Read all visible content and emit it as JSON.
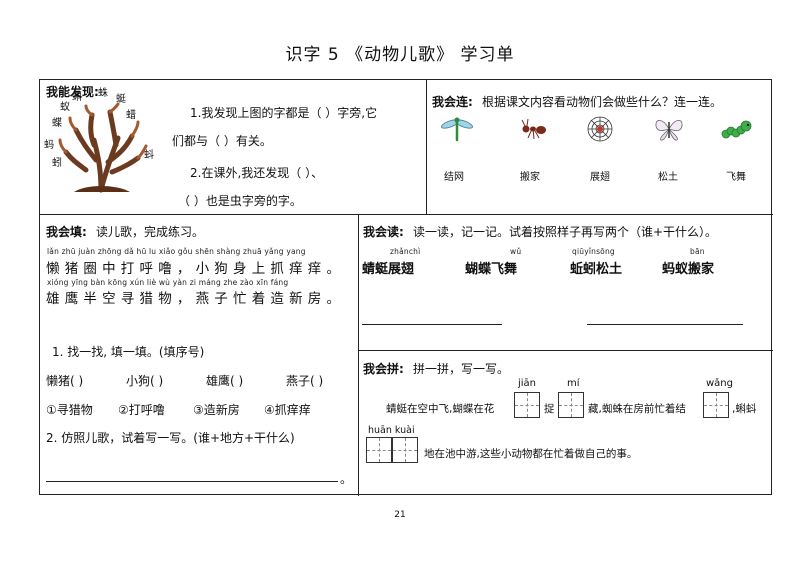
{
  "title": "识字 5 《动物儿歌》 学习单",
  "page_number": "21",
  "discover": {
    "heading": "我能发现:",
    "plant_chars": [
      "蚁",
      "蝌",
      "蛛",
      "蜓",
      "蝶",
      "蚂",
      "蚓",
      "蜡",
      "蚪"
    ],
    "q1_line1": "1.我发现上图的字都是（        ）字旁,它",
    "q1_line2": "们都与（        ）有关。",
    "q2_line1": "2.在课外,我还发现（                        ）、",
    "q2_line2": "（          ）也是虫字旁的字。"
  },
  "connect": {
    "heading": "我会连:",
    "instruction": "根据课文内容看动物们会做些什么？连一连。",
    "icons": [
      "dragonfly-icon",
      "ant-icon",
      "spider-web-icon",
      "butterfly-icon",
      "caterpillar-icon"
    ],
    "words": [
      "结网",
      "搬家",
      "展翅",
      "松土",
      "飞舞"
    ]
  },
  "fill": {
    "heading": "我会填:",
    "instruction": "读儿歌，完成练习。",
    "pinyin1": "lǎn zhū juàn zhōng dǎ hū lu    xiǎo gǒu shēn shàng zhuā yǎng yang",
    "line1": "懒猪圈中打呼噜，小狗身上抓痒痒。",
    "pinyin2": "xióng yīng bàn kōng xún liè wù    yàn zi máng zhe zào xīn fáng",
    "line2": "雄鹰半空寻猎物，燕子忙着造新房。",
    "q1": "1. 找一找, 填一填。(填序号)",
    "animals": [
      "懒猪(      )",
      "小狗(      )",
      "雄鹰(      )",
      "燕子(      )"
    ],
    "options": [
      "①寻猎物",
      "②打呼噜",
      "③造新房",
      "④抓痒痒"
    ],
    "q2": "2. 仿照儿歌，试着写一写。(谁+地方+干什么)",
    "end_mark": "。"
  },
  "read": {
    "heading": "我会读:",
    "instruction": "读一读，记一记。试着按照样子再写两个（谁+干什么）。",
    "pinyin_items": [
      "zhǎnchì",
      "wǔ",
      "qiūyǐnsōng",
      "bān"
    ],
    "phrases": [
      "蜻蜓展翅",
      "蝴蝶飞舞",
      "蚯蚓松土",
      "蚂蚁搬家"
    ]
  },
  "spell": {
    "heading": "我会拼:",
    "instruction": "拼一拼，写一写。",
    "pinyin_jian": "jiān",
    "pinyin_mi": "mí",
    "pinyin_wang": "wǎng",
    "pinyin_huankuai": "huān kuài",
    "text_part1": "蜻蜓在空中飞,蝴蝶在花",
    "text_part2": "捉",
    "text_part3": "藏,蜘蛛在房前忙着结",
    "text_part4": ",蝌蚪",
    "text_part5": "地在池中游,这些小动物都在忙着做自己的事。"
  }
}
